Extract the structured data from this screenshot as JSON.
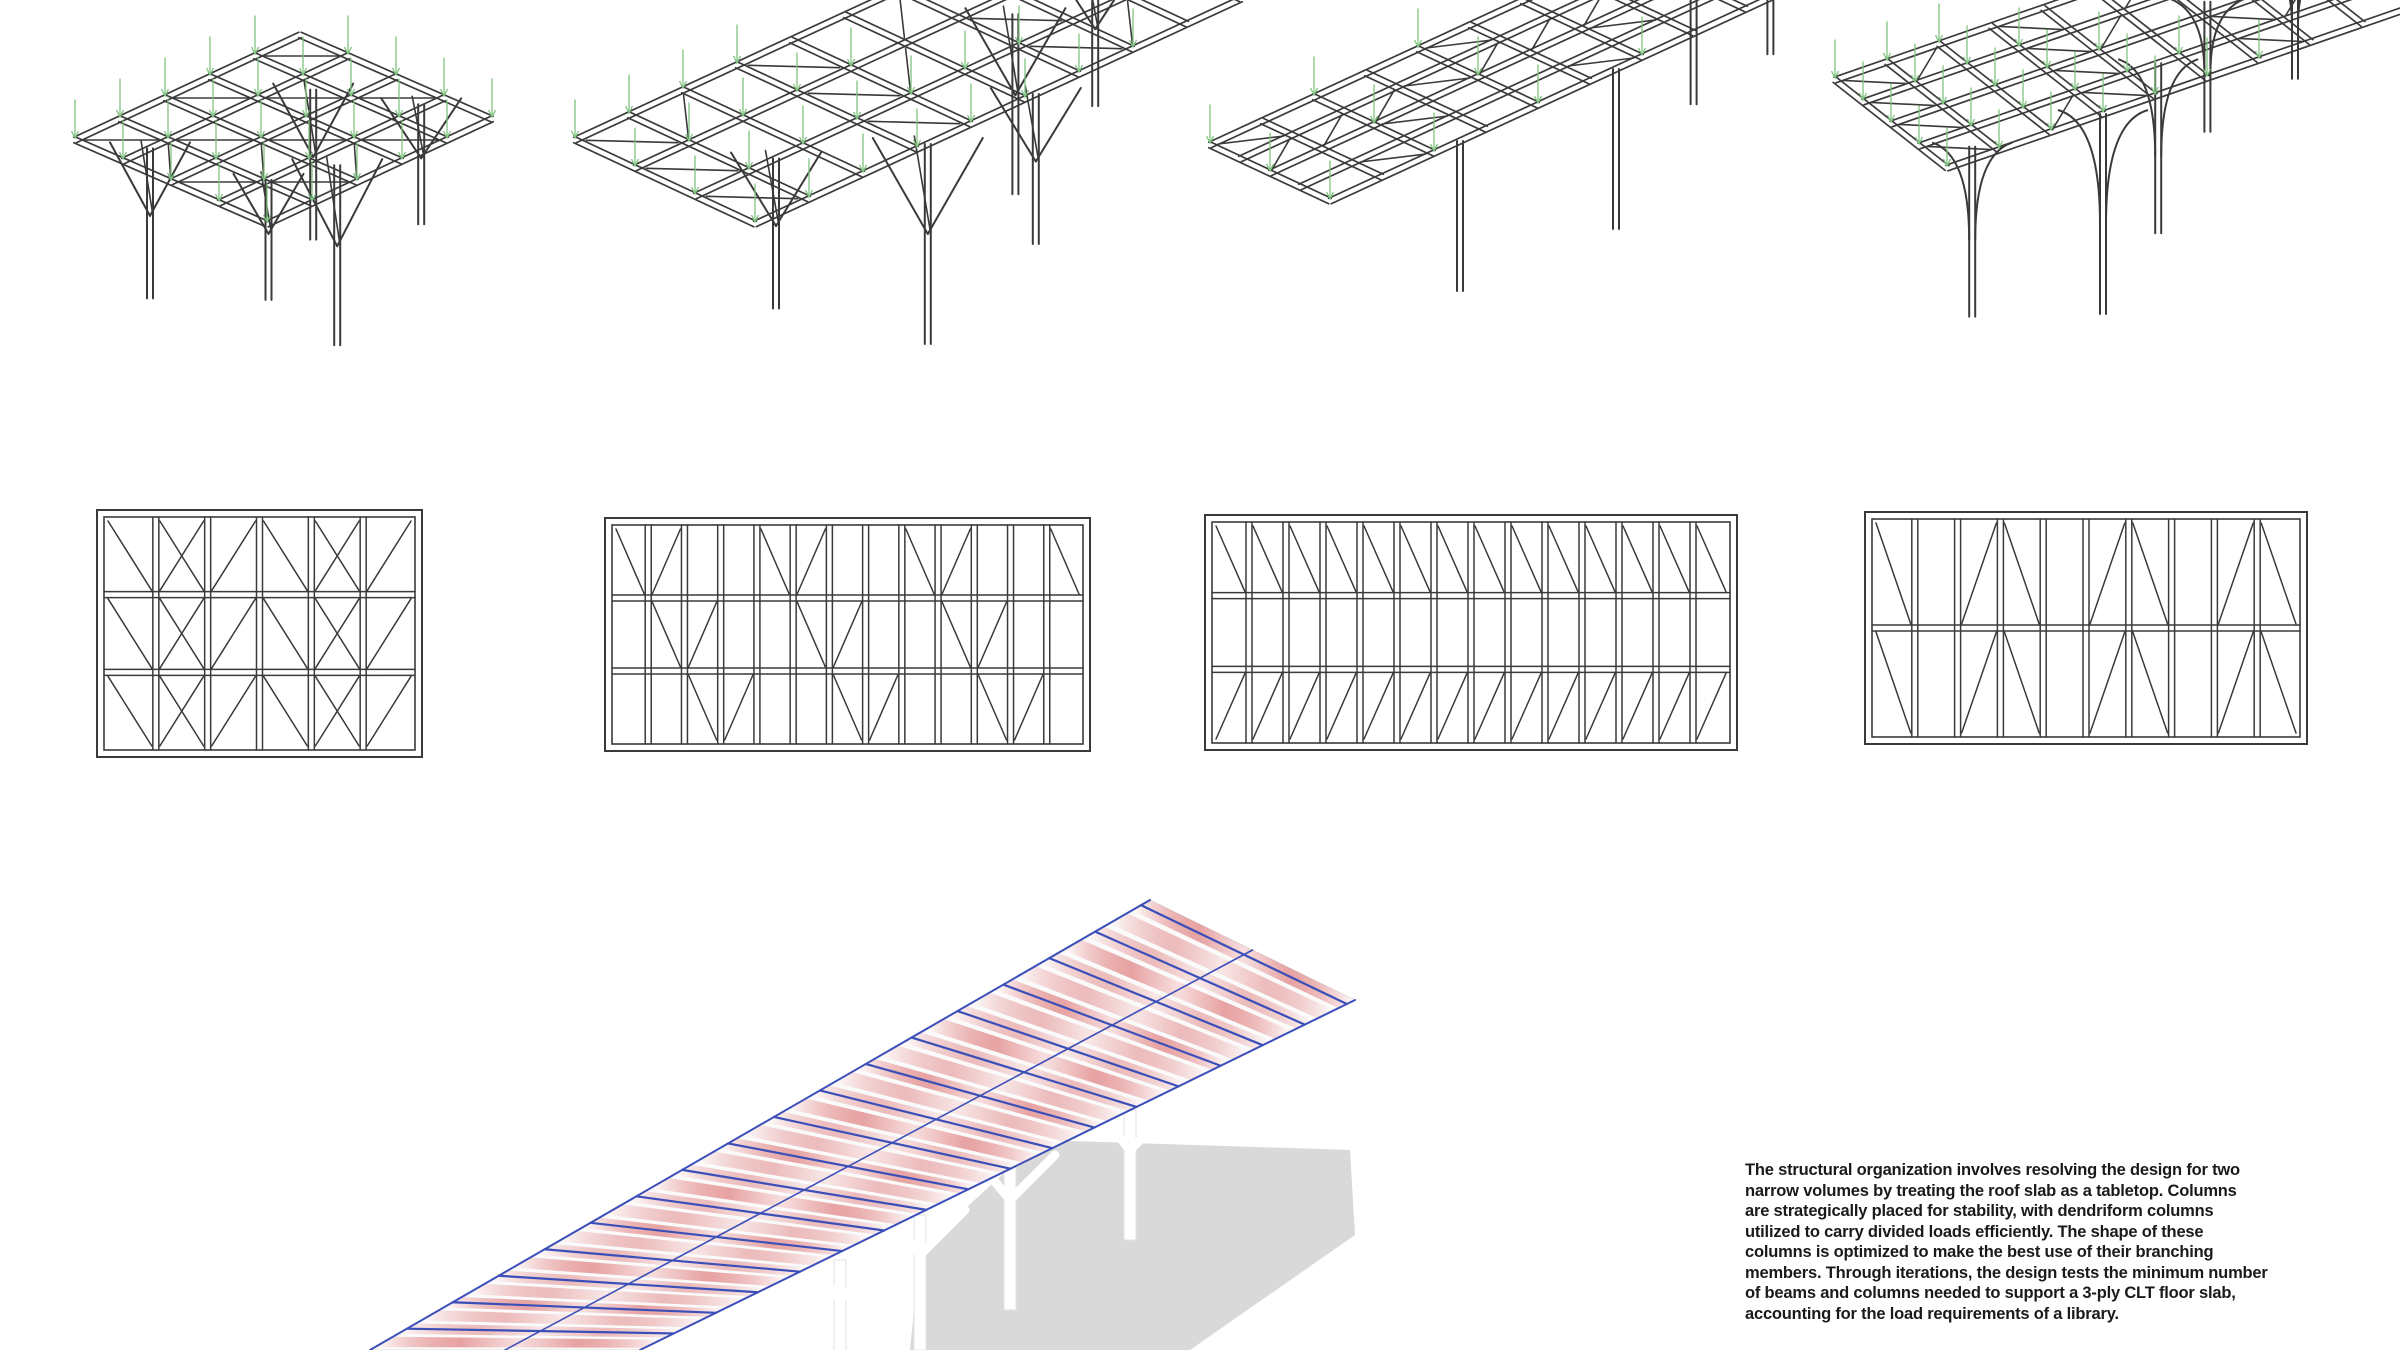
{
  "colors": {
    "line": "#3a3a3a",
    "load_arrow": "#7fc27f",
    "stress_red": "#d44a4a",
    "stress_blue": "#3b4fb8",
    "shadow": "#cfcfcf"
  },
  "caption": {
    "lines": [
      "The structural organization involves resolving the design for two",
      "narrow volumes by treating the roof slab as a tabletop. Columns",
      "are strategically placed for stability, with dendriform columns",
      "utilized to carry divided loads efficiently. The shape of these",
      "columns is optimized to make the best use of their branching",
      "members. Through iterations, the design tests the minimum number",
      "of beams and columns needed to support a 3-ply CLT floor slab,",
      "accounting for the load requirements of a library."
    ]
  }
}
